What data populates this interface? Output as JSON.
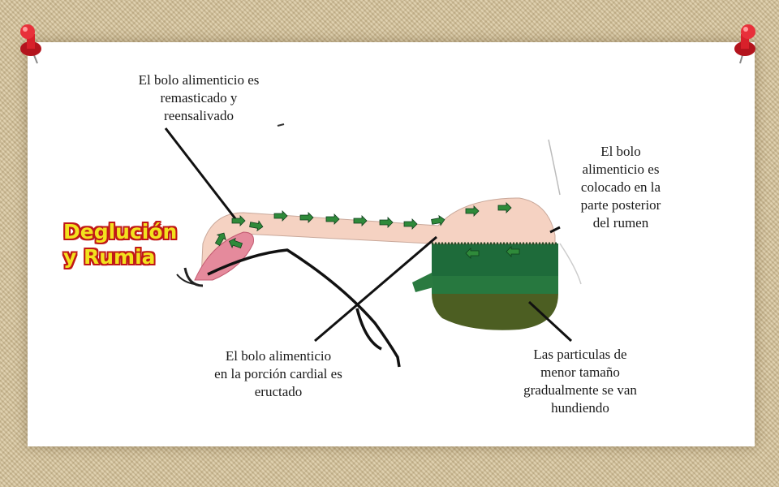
{
  "title": {
    "line1": "Deglución",
    "line2": "y Rumia"
  },
  "labels": {
    "top": [
      "El bolo alimenticio es",
      "remasticado y",
      "reensalivado"
    ],
    "right": [
      "El bolo",
      "alimenticio es",
      "colocado en la",
      "parte posterior",
      "del rumen"
    ],
    "bottom_left": [
      "El bolo alimenticio",
      "en la porción cardial es",
      "eructado"
    ],
    "bottom_right": [
      "Las particulas de",
      "menor tamaño",
      "gradualmente se van",
      "hundiendo"
    ]
  },
  "colors": {
    "pin": "#d8202a",
    "esophagus": "#f5d2c2",
    "mouth": "#e58a9c",
    "rumen_upper": "#1e6b3a",
    "rumen_lower": "#4c5e22",
    "arrow": "#2f8a3a",
    "title_fill": "#f2e21e",
    "title_outline": "#c01818"
  },
  "icons": [
    "push-pin-icon",
    "arrow-icon"
  ]
}
